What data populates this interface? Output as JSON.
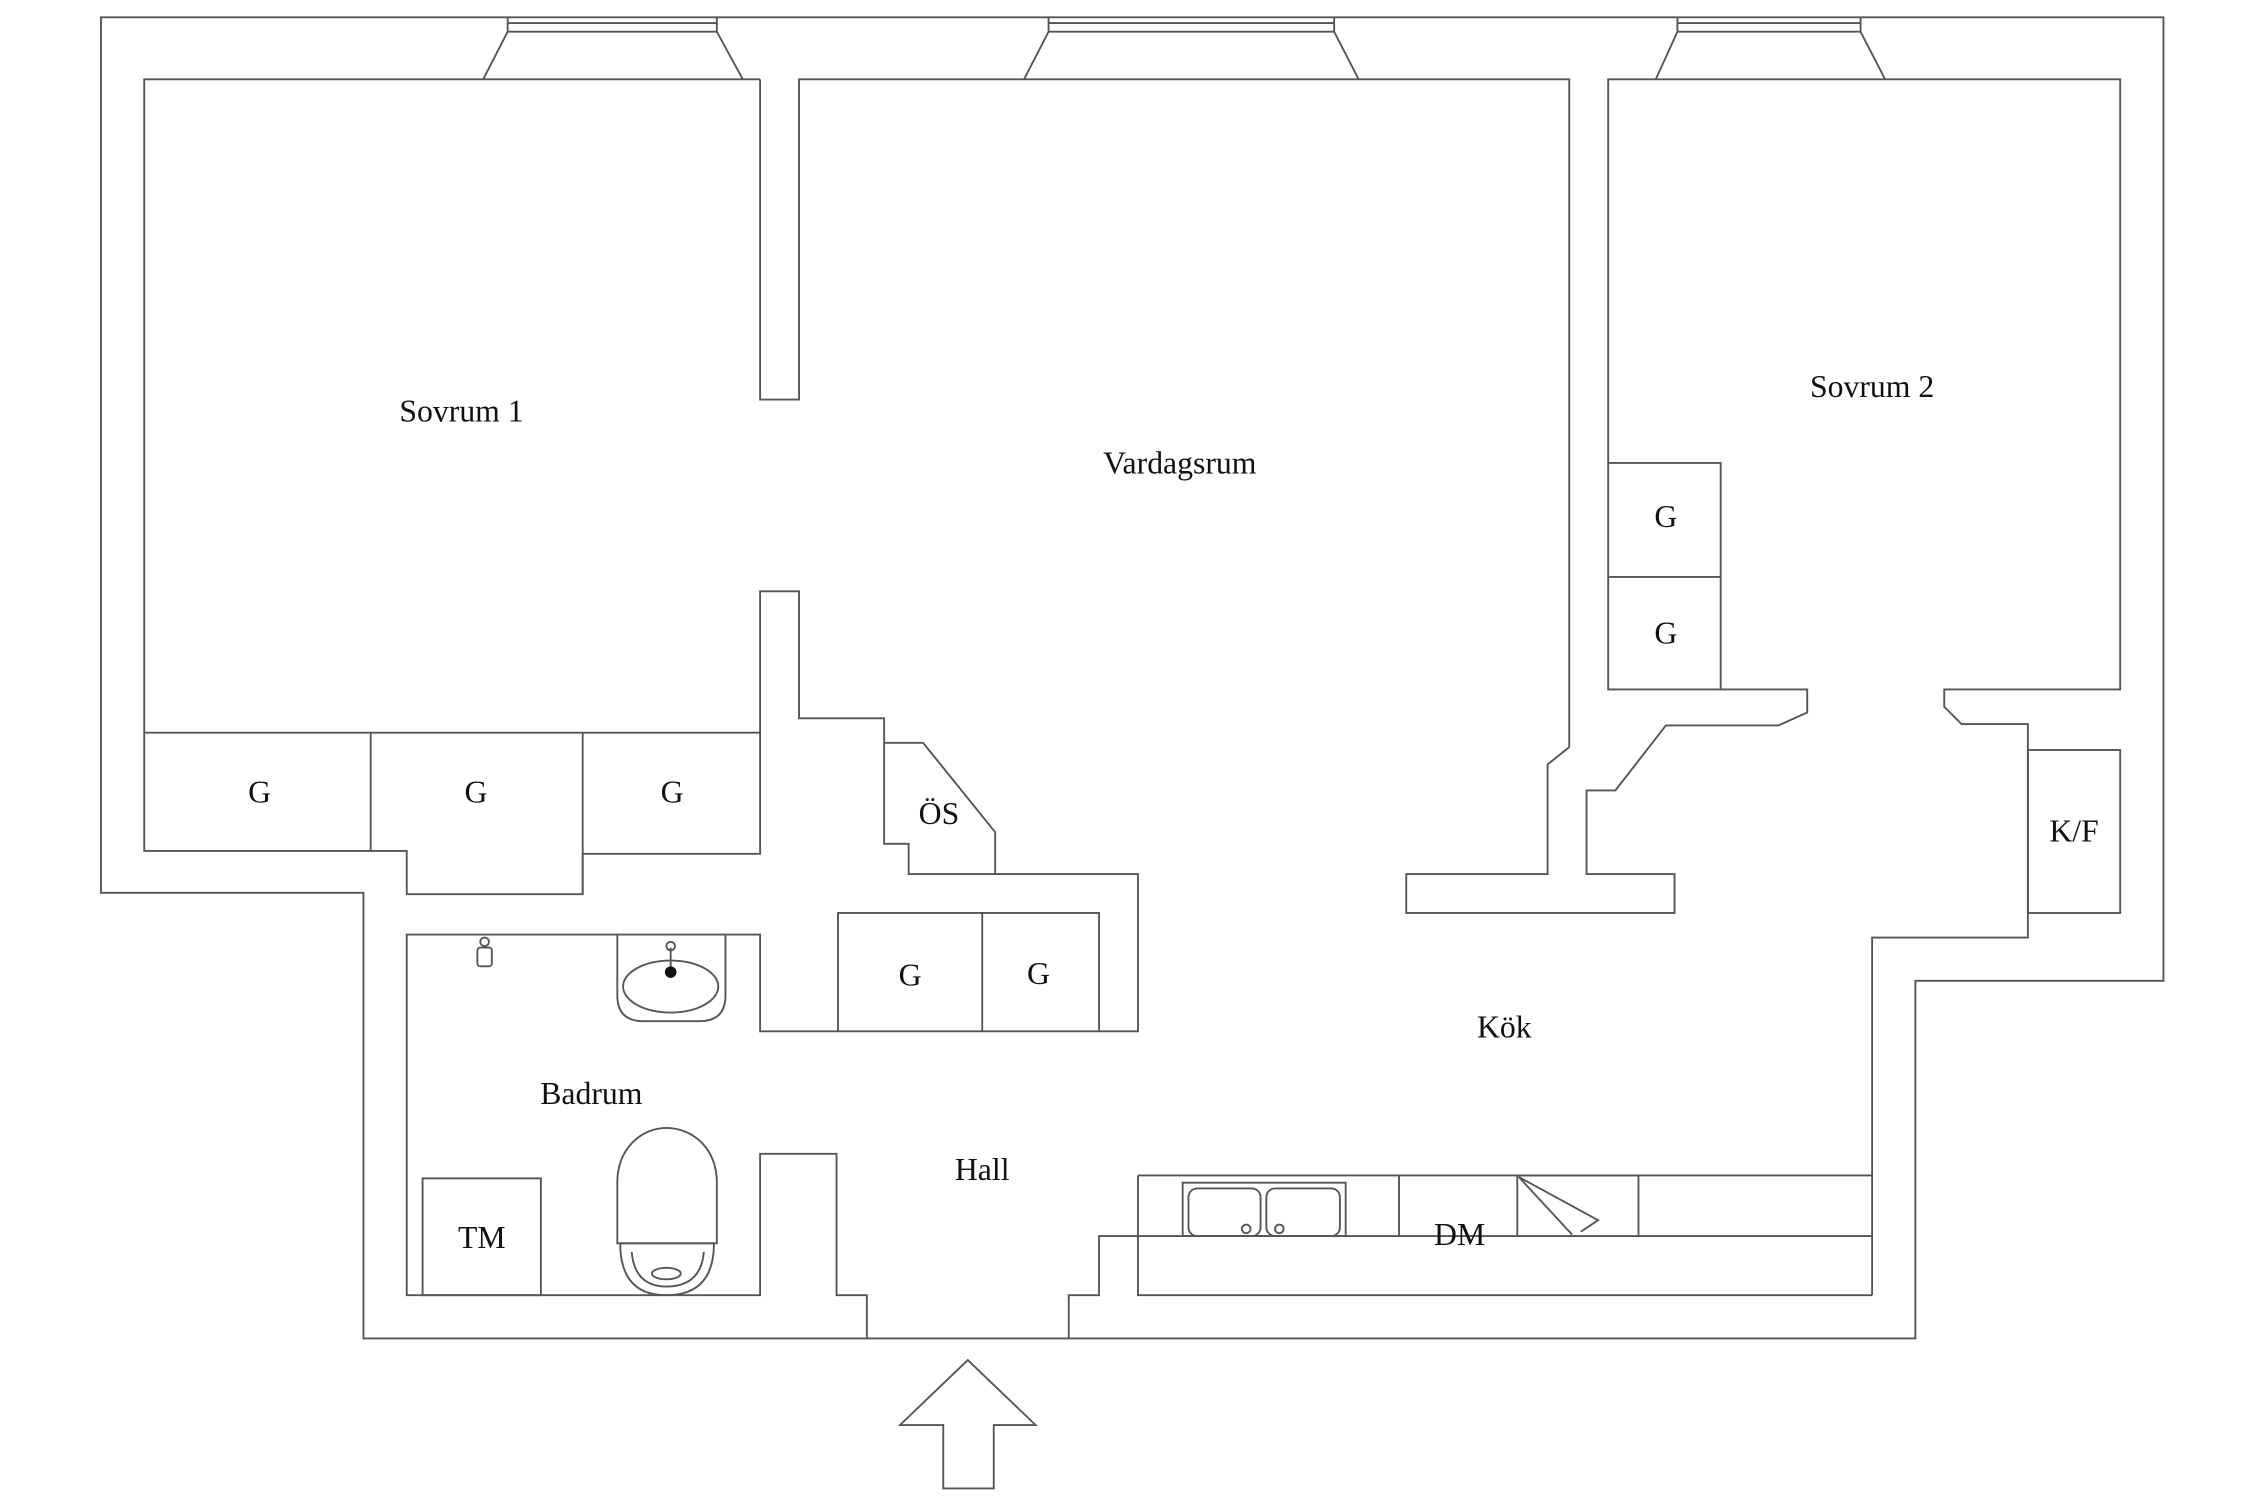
{
  "rooms": {
    "sovrum1": "Sovrum 1",
    "vardagsrum": "Vardagsrum",
    "sovrum2": "Sovrum 2",
    "kok": "Kök",
    "badrum": "Badrum",
    "hall": "Hall"
  },
  "fixtures": {
    "sovrum1_closets": [
      "G",
      "G",
      "G"
    ],
    "sovrum2_closets": [
      "G",
      "G"
    ],
    "hall_closets": [
      "G",
      "G"
    ],
    "os": "ÖS",
    "kf": "K/F",
    "tm": "TM",
    "dm": "DM"
  },
  "icons": [
    "window-icon",
    "washbasin-icon",
    "shower-icon",
    "toilet-icon",
    "kitchen-sink-icon",
    "entrance-arrow-icon"
  ],
  "colors": {
    "line": "#555555",
    "background": "#ffffff",
    "text": "#111111"
  }
}
